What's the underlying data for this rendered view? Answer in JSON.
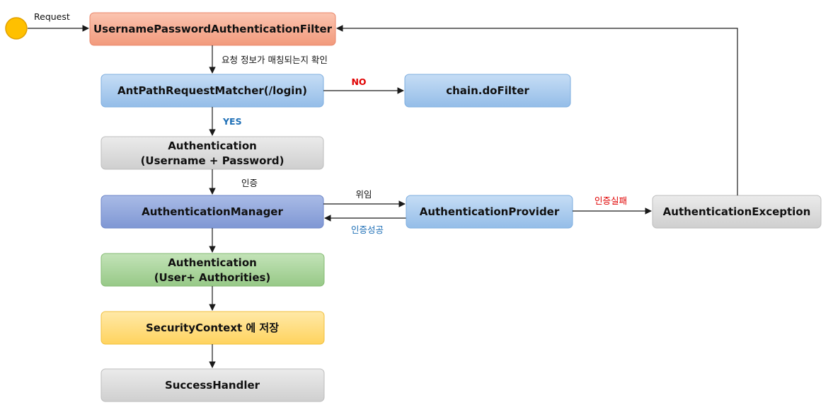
{
  "colors": {
    "orange": "#f6a58a",
    "blue": "#a7c9ec",
    "gray": "#d9d9d9",
    "indigo": "#8da3da",
    "green": "#a9d49a",
    "yellow": "#ffd97a",
    "start": "#ffc000",
    "no": "#e00000",
    "yes": "#1e6fb6",
    "fail": "#e00000",
    "success": "#1e6fb6"
  },
  "start": {
    "label": "Request"
  },
  "nodes": {
    "filter": {
      "line1": "UsernamePasswordAuthenticationFilter"
    },
    "matcher": {
      "line1": "AntPathRequestMatcher(/login)"
    },
    "dofilter": {
      "line1": "chain.doFilter"
    },
    "auth1": {
      "line1": "Authentication",
      "line2": "(Username + Password)"
    },
    "manager": {
      "line1": "AuthenticationManager"
    },
    "provider": {
      "line1": "AuthenticationProvider"
    },
    "exception": {
      "line1": "AuthenticationException"
    },
    "auth2": {
      "line1": "Authentication",
      "line2": "(User+ Authorities)"
    },
    "context": {
      "line1": "SecurityContext 에 저장"
    },
    "success": {
      "line1": "SuccessHandler"
    }
  },
  "edges": {
    "check": "요청 정보가 매칭되는지 확인",
    "no": "NO",
    "yes": "YES",
    "authenticate": "인증",
    "delegate": "위임",
    "auth_success": "인증성공",
    "auth_fail": "인증실패"
  }
}
